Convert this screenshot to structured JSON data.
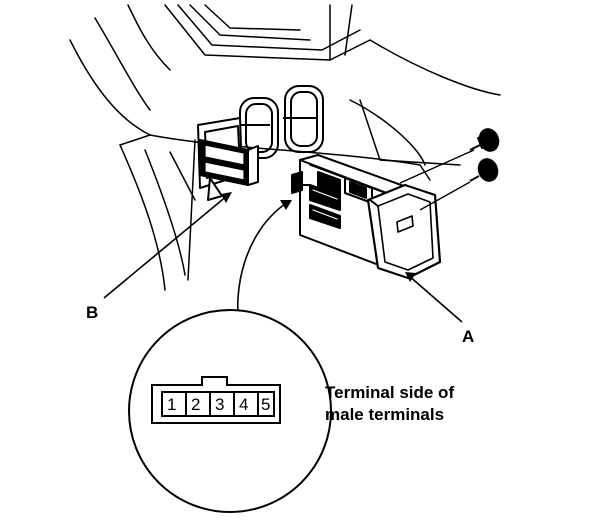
{
  "callouts": {
    "a": "A",
    "b": "B"
  },
  "connector": {
    "pins": [
      "1",
      "2",
      "3",
      "4",
      "5"
    ],
    "caption_line1": "Terminal side of",
    "caption_line2": "male terminals"
  }
}
